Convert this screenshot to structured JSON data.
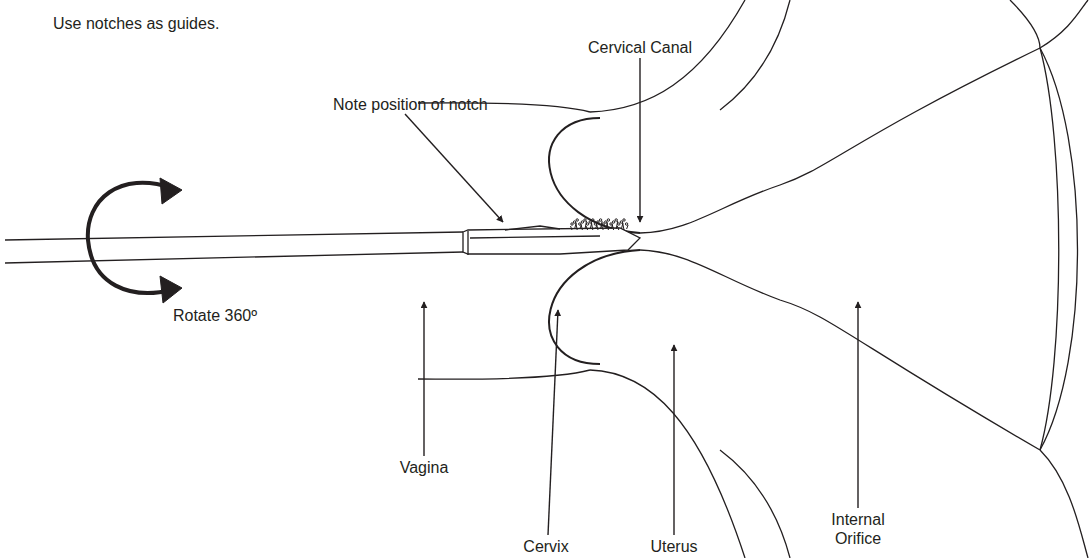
{
  "diagram": {
    "labels": [
      "Use notches as guides.",
      "Cervical Canal",
      "Note position of notch",
      "Rotate 360º",
      "Vagina",
      "Cervix",
      "Uterus",
      "Internal Orifice"
    ]
  }
}
